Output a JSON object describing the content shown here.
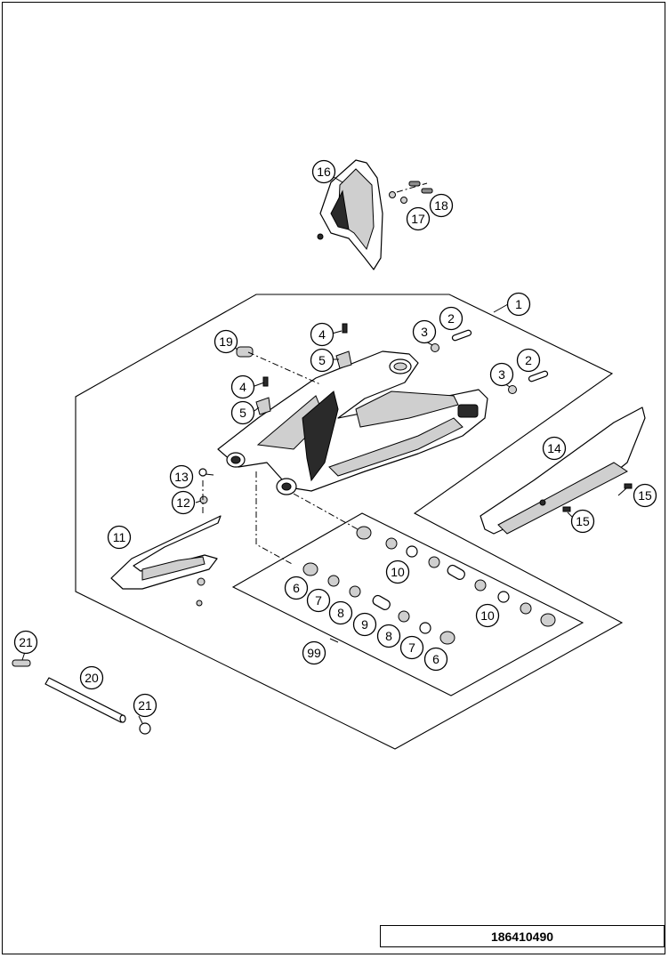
{
  "diagram": {
    "drawing_number": "186410490",
    "callouts": [
      {
        "id": "c-16",
        "label": "16"
      },
      {
        "id": "c-17",
        "label": "17"
      },
      {
        "id": "c-18",
        "label": "18"
      },
      {
        "id": "c-1",
        "label": "1"
      },
      {
        "id": "c-2a",
        "label": "2"
      },
      {
        "id": "c-3a",
        "label": "3"
      },
      {
        "id": "c-2b",
        "label": "2"
      },
      {
        "id": "c-3b",
        "label": "3"
      },
      {
        "id": "c-19",
        "label": "19"
      },
      {
        "id": "c-4a",
        "label": "4"
      },
      {
        "id": "c-5a",
        "label": "5"
      },
      {
        "id": "c-4b",
        "label": "4"
      },
      {
        "id": "c-5b",
        "label": "5"
      },
      {
        "id": "c-14",
        "label": "14"
      },
      {
        "id": "c-15a",
        "label": "15"
      },
      {
        "id": "c-15b",
        "label": "15"
      },
      {
        "id": "c-13",
        "label": "13"
      },
      {
        "id": "c-12",
        "label": "12"
      },
      {
        "id": "c-11",
        "label": "11"
      },
      {
        "id": "c-10a",
        "label": "10"
      },
      {
        "id": "c-6a",
        "label": "6"
      },
      {
        "id": "c-7a",
        "label": "7"
      },
      {
        "id": "c-8a",
        "label": "8"
      },
      {
        "id": "c-9",
        "label": "9"
      },
      {
        "id": "c-8b",
        "label": "8"
      },
      {
        "id": "c-7b",
        "label": "7"
      },
      {
        "id": "c-6b",
        "label": "6"
      },
      {
        "id": "c-10b",
        "label": "10"
      },
      {
        "id": "c-99",
        "label": "99"
      },
      {
        "id": "c-21a",
        "label": "21"
      },
      {
        "id": "c-20",
        "label": "20"
      },
      {
        "id": "c-21b",
        "label": "21"
      }
    ]
  }
}
